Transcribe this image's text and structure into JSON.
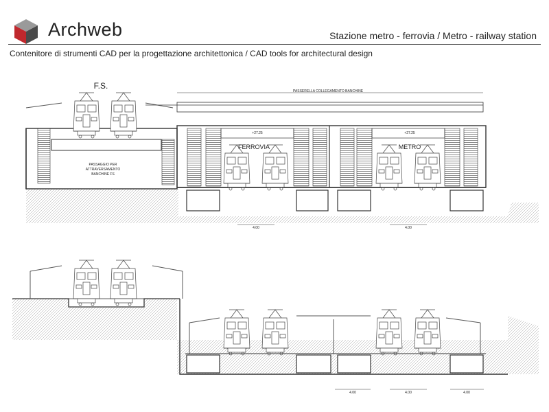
{
  "header": {
    "brand": "Archweb",
    "title": "Stazione metro - ferrovia  /  Metro - railway station",
    "subtitle": "Contenitore di strumenti CAD per la progettazione architettonica  /  CAD tools for architectural design"
  },
  "drawing": {
    "labels": {
      "fs": "F.S.",
      "ferrovia": "FERROVIA",
      "metro": "METRO",
      "passerella": "PASSERELLA COLLEGAMENTO BANCHINE",
      "passaggio_1": "PASSAGGIO PER",
      "passaggio_2": "ATTRAVERSAMENTO",
      "passaggio_3": "BANCHINE FS",
      "level_left": "+27.25",
      "level_right": "+27.25",
      "dim_left": "4.00",
      "dim_right": "4.00",
      "dim_b1": "4.00",
      "dim_b2": "4.00",
      "dim_b3": "4.00"
    }
  },
  "colors": {
    "logo_red": "#c0282d",
    "logo_dark": "#4a4a4a",
    "logo_grey": "#9a9a9a",
    "line": "#333333"
  }
}
